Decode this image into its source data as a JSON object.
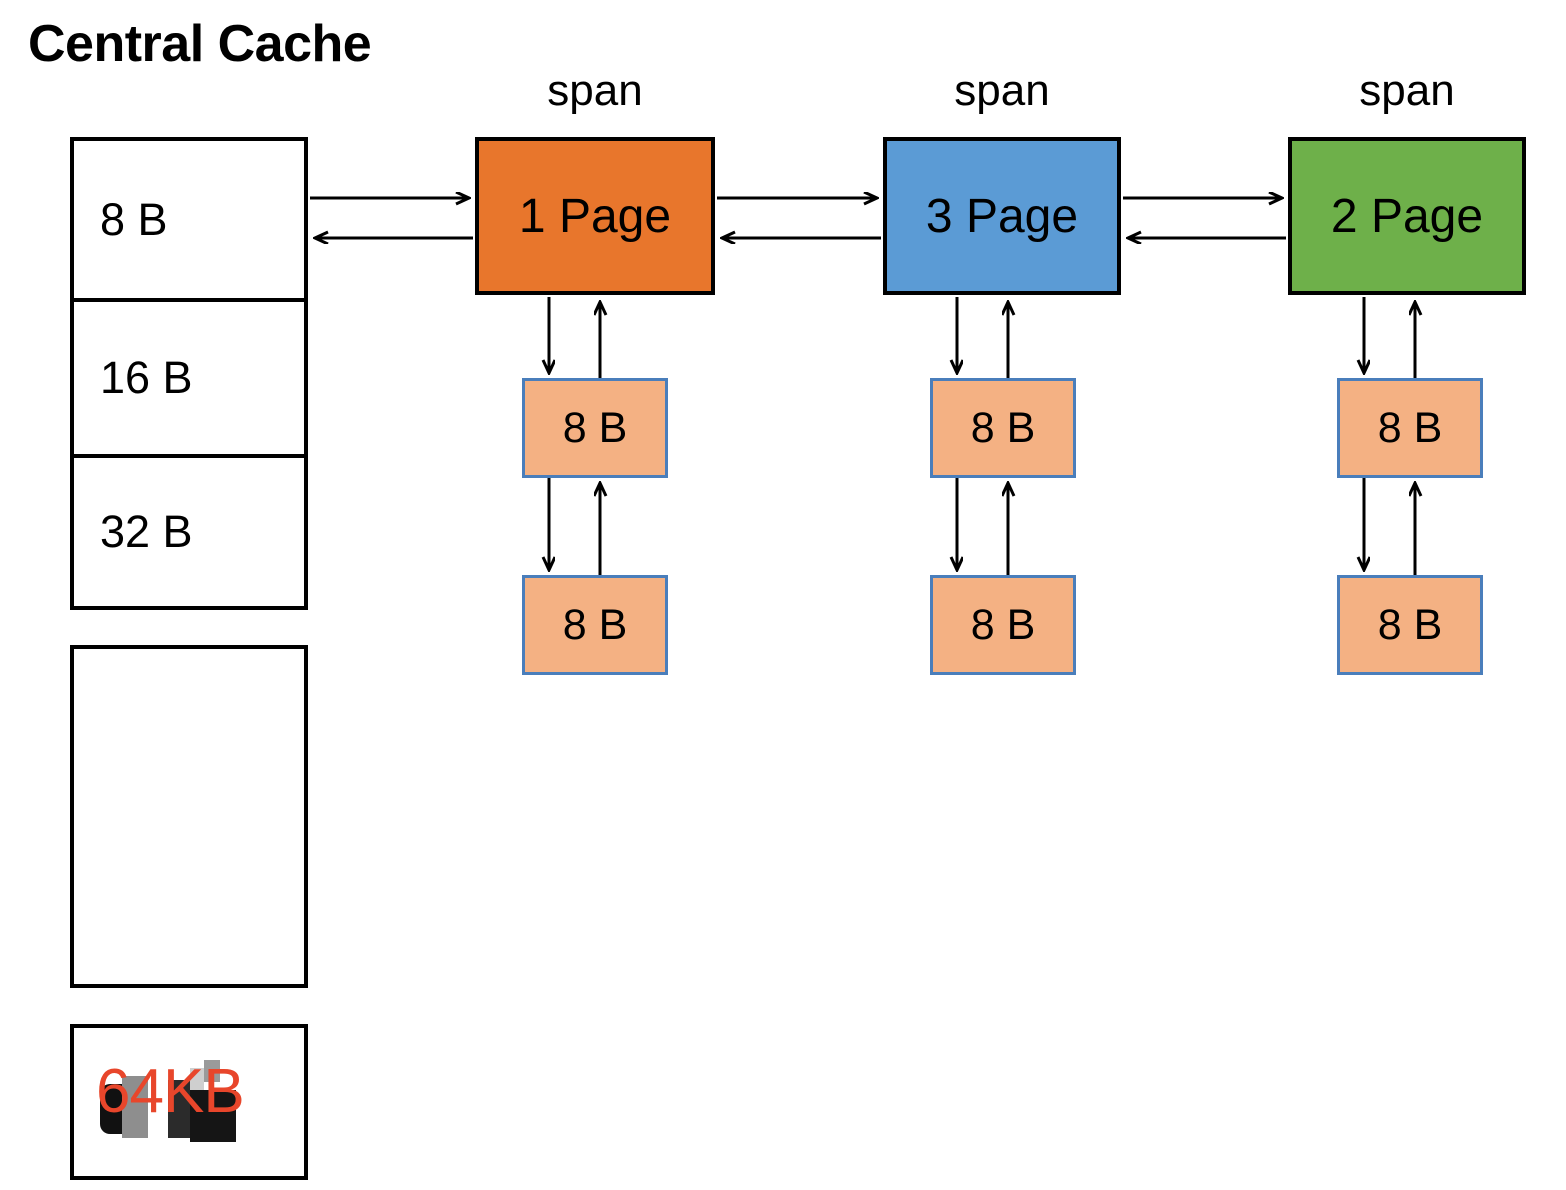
{
  "title": "Central Cache",
  "free_list": {
    "size_cells": [
      {
        "label": "8 B"
      },
      {
        "label": "16 B"
      },
      {
        "label": "32 B"
      }
    ],
    "empty_cell": {
      "label": ""
    },
    "large_cell": {
      "label": "64KB",
      "label_color": "#E8462B",
      "note": "red label overlaying a pixelated/redacted black glyph"
    }
  },
  "spans": [
    {
      "caption": "span",
      "page_label": "1 Page",
      "color": "#E8762C",
      "objects": [
        {
          "label": "8 B"
        },
        {
          "label": "8 B"
        }
      ]
    },
    {
      "caption": "span",
      "page_label": "3 Page",
      "color": "#5B9BD5",
      "objects": [
        {
          "label": "8 B"
        },
        {
          "label": "8 B"
        }
      ]
    },
    {
      "caption": "span",
      "page_label": "2 Page",
      "color": "#6EB04A",
      "objects": [
        {
          "label": "8 B"
        },
        {
          "label": "8 B"
        }
      ]
    }
  ],
  "colors": {
    "object_fill": "#F4B183",
    "object_border": "#4A7EBB",
    "outline": "#000000",
    "background": "#FFFFFF"
  },
  "arrows": {
    "horizontal_pairs": 3,
    "vertical_pairs": 6,
    "description": "bidirectional double arrows linking the free list to each span and each span down through its object chain"
  }
}
